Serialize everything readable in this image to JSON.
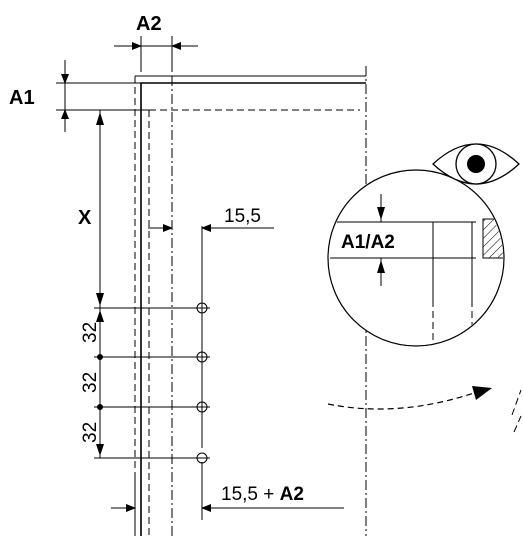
{
  "labels": {
    "a2_top": "A2",
    "a1_left": "A1",
    "x_dim": "X",
    "dim_155": "15,5",
    "pitch_1": "32",
    "pitch_2": "32",
    "pitch_3": "32",
    "detail_a1a2": "A1/A2",
    "bottom_prefix": "15,5 + ",
    "bottom_bold": "A2"
  },
  "icons": {
    "eye": "eye-icon",
    "arrow": "curved-arrow-icon"
  }
}
